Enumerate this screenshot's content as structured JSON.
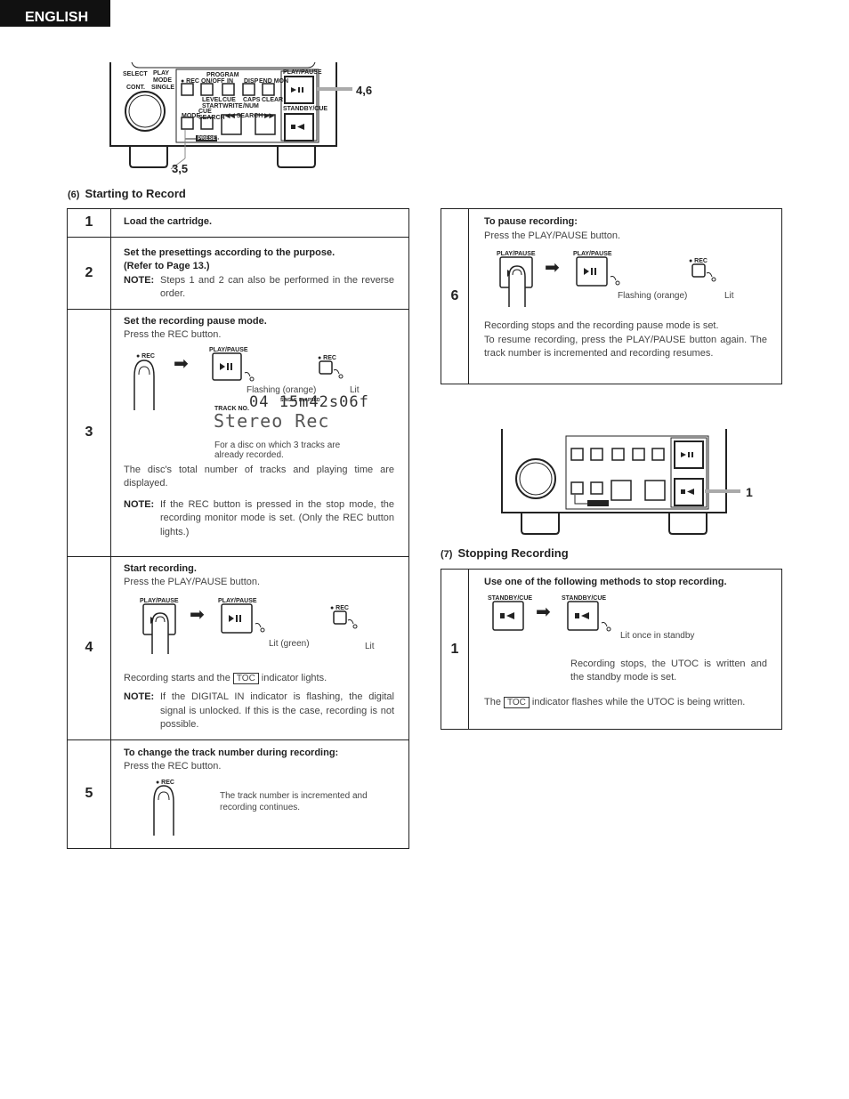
{
  "header": {
    "language": "ENGLISH"
  },
  "top_device": {
    "callout_right": "4,6",
    "callout_bottom": "3,5",
    "labels": {
      "select": "SELECT",
      "play_mode": "PLAY\nMODE",
      "cont": "CONT.",
      "single": "SINGLE",
      "program": "PROGRAM",
      "rec": "● REC",
      "on_off": "ON/OFF",
      "in": "IN",
      "disp": "DISP",
      "end_mon": "END MON",
      "level_start": "LEVEL\nSTART",
      "cue_write": "CUE\nWRITE",
      "caps_num": "CAPS\n/NUM",
      "clear": "CLEAR",
      "mode": "MODE",
      "cue_search": "CUE\nSEARCH",
      "search": "◀◀  SEARCH  ▶▶",
      "preset": "PRESET",
      "play_pause": "PLAY/PAUSE",
      "standby_cue": "STANDBY/CUE"
    }
  },
  "section6": {
    "number": "(6)",
    "title": "Starting to Record",
    "steps": [
      {
        "num": "1",
        "heading": "Load the cartridge."
      },
      {
        "num": "2",
        "heading": "Set the presettings according to the purpose.",
        "heading2": "(Refer to Page 13.)",
        "note_label": "NOTE:",
        "note": "Steps 1 and 2 can also be performed in the reverse order."
      },
      {
        "num": "3",
        "heading": "Set the recording pause mode.",
        "text": "Press the REC button.",
        "rec_label": "● REC",
        "play_label": "PLAY/PAUSE",
        "rec_label2": "● REC",
        "flash_label": "Flashing (orange)",
        "lit_label": "Lit",
        "display_track_label": "TRACK NO.",
        "display_single": "SINGLE",
        "display_elapsed": "ELAPSED",
        "display_digits": "04 15m42s06f",
        "display_mode": "Stereo Rec",
        "caption": "For a disc on which 3 tracks are already recorded.",
        "text2": "The disc's total number of tracks and playing time are displayed.",
        "note_label": "NOTE:",
        "note": "If the REC button is pressed in the stop mode, the recording monitor mode is set. (Only the REC button lights.)"
      },
      {
        "num": "4",
        "heading": "Start recording.",
        "text": "Press the PLAY/PAUSE button.",
        "play_label": "PLAY/PAUSE",
        "play_label2": "PLAY/PAUSE",
        "rec_label": "● REC",
        "green_label": "Lit (green)",
        "lit_label": "Lit",
        "text2a": "Recording starts and the",
        "toc": "TOC",
        "text2b": "indicator lights.",
        "note_label": "NOTE:",
        "note": "If the DIGITAL IN indicator is flashing, the digital signal is unlocked. If this is the case, recording is not possible."
      },
      {
        "num": "5",
        "heading": "To change the track number during recording:",
        "text": "Press the REC button.",
        "rec_label": "● REC",
        "caption": "The track number is incremented and recording continues."
      }
    ]
  },
  "section6_right": {
    "num": "6",
    "heading": "To pause recording:",
    "text": "Press the PLAY/PAUSE button.",
    "play_label": "PLAY/PAUSE",
    "play_label2": "PLAY/PAUSE",
    "rec_label": "● REC",
    "flash_label": "Flashing (orange)",
    "lit_label": "Lit",
    "text2": "Recording stops and the recording pause mode is set.",
    "text3": "To resume recording, press the PLAY/PAUSE button again. The track number is incremented and recording resumes."
  },
  "mid_device": {
    "callout": "1"
  },
  "section7": {
    "number": "(7)",
    "title": "Stopping Recording",
    "num": "1",
    "heading": "Use one of the following methods to stop recording.",
    "standby_label": "STANDBY/CUE",
    "standby_label2": "STANDBY/CUE",
    "lit_label": "Lit once in standby",
    "text2": "Recording stops, the UTOC is written and the standby mode is set.",
    "text3a": "The",
    "toc": "TOC",
    "text3b": "indicator flashes while the UTOC is being written."
  }
}
